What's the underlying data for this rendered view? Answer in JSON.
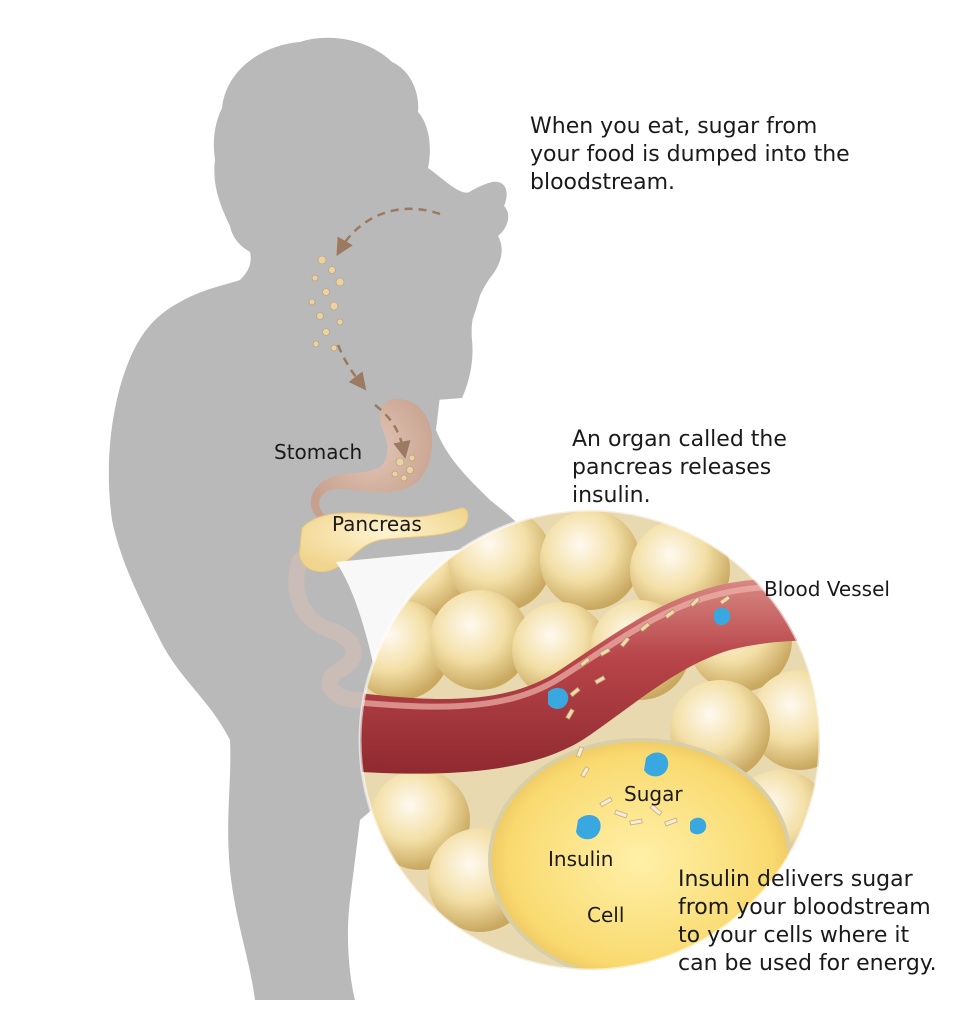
{
  "captions": {
    "eat": "When you eat, sugar from\nyour food is dumped into the\nbloodstream.",
    "pancreas": "An organ called the\npancreas releases\ninsulin.",
    "insulin": "Insulin delivers sugar\nfrom your bloodstream\nto your cells where it\ncan be used for energy."
  },
  "labels": {
    "stomach": "Stomach",
    "pancreas": "Pancreas",
    "blood_vessel": "Blood Vessel",
    "sugar": "Sugar",
    "insulin": "Insulin",
    "cell": "Cell"
  },
  "colors": {
    "silhouette": "#b9b9b9",
    "arrow": "#9c7a62",
    "vessel": "#b94a4a",
    "vessel_light": "#e8a9a0",
    "fat": "#f2dfa0",
    "cell": "#fbe28a",
    "insulin": "#3aa8e0",
    "sugar": "#e9d6b4"
  }
}
